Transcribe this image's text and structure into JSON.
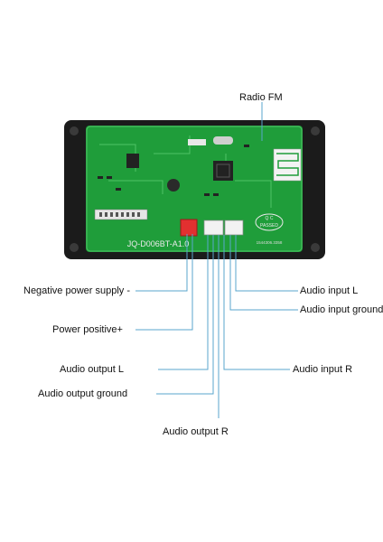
{
  "board": {
    "model_text": "JQ-D006BT-A1.0",
    "qc_top": "Q C",
    "qc_bottom": "PASSED",
    "date_code": "1544306.3358"
  },
  "labels": {
    "radio_fm": "Radio FM",
    "negative_power": "Negative power supply -",
    "power_positive": "Power positive+",
    "audio_output_l": "Audio output L",
    "audio_output_ground": "Audio output ground",
    "audio_output_r": "Audio output R",
    "audio_input_l": "Audio input L",
    "audio_input_ground": "Audio input ground",
    "audio_input_r": "Audio input R"
  },
  "colors": {
    "pcb": "#1f9d3a",
    "frame": "#1b1b1b",
    "leader_line": "#5aa6cc"
  }
}
